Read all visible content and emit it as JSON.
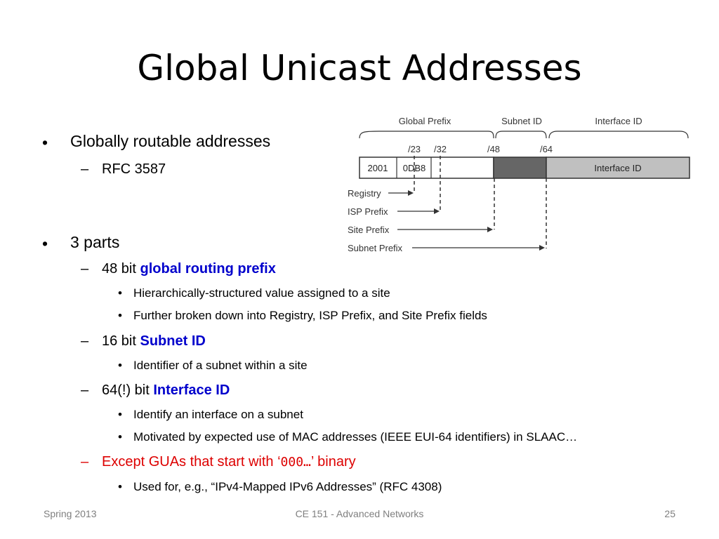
{
  "slide": {
    "title": "Global Unicast Addresses"
  },
  "bullets": {
    "b1": "Globally routable addresses",
    "b1_1": "RFC 3587",
    "b2": "3 parts",
    "b2_1_prefix": "48 bit ",
    "b2_1_highlight": "global routing prefix",
    "b2_1_a": "Hierarchically-structured value assigned to a site",
    "b2_1_b": "Further broken down into Registry, ISP Prefix, and Site Prefix fields",
    "b2_2_prefix": "16 bit ",
    "b2_2_highlight": "Subnet ID",
    "b2_2_a": "Identifier of a subnet within a site",
    "b2_3_prefix": "64(!) bit ",
    "b2_3_highlight": "Interface ID",
    "b2_3_a": "Identify an interface on a subnet",
    "b2_3_b": "Motivated by expected use of MAC addresses (IEEE EUI-64 identifiers) in SLAAC…",
    "b2_4_prefix": "Except GUAs that start with ‘",
    "b2_4_code": "000…",
    "b2_4_suffix": "’  binary",
    "b2_4_a": "Used for, e.g., “IPv4-Mapped IPv6 Addresses” (RFC 4308)"
  },
  "diagram": {
    "labels": {
      "global_prefix": "Global Prefix",
      "subnet_id": "Subnet ID",
      "interface_id": "Interface ID"
    },
    "markers": {
      "m23": "/23",
      "m32": "/32",
      "m48": "/48",
      "m64": "/64"
    },
    "cells": {
      "c2001": "2001",
      "c0db8": "0DB8",
      "interface": "Interface ID"
    },
    "arrows": {
      "registry": "Registry",
      "isp_prefix": "ISP Prefix",
      "site_prefix": "Site Prefix",
      "subnet_prefix": "Subnet Prefix"
    },
    "colors": {
      "subnet_fill": "#666666",
      "interface_fill": "#c0c0c0",
      "border": "#333333"
    }
  },
  "footer": {
    "left": "Spring 2013",
    "center": "CE 151 - Advanced Networks",
    "right": "25"
  }
}
